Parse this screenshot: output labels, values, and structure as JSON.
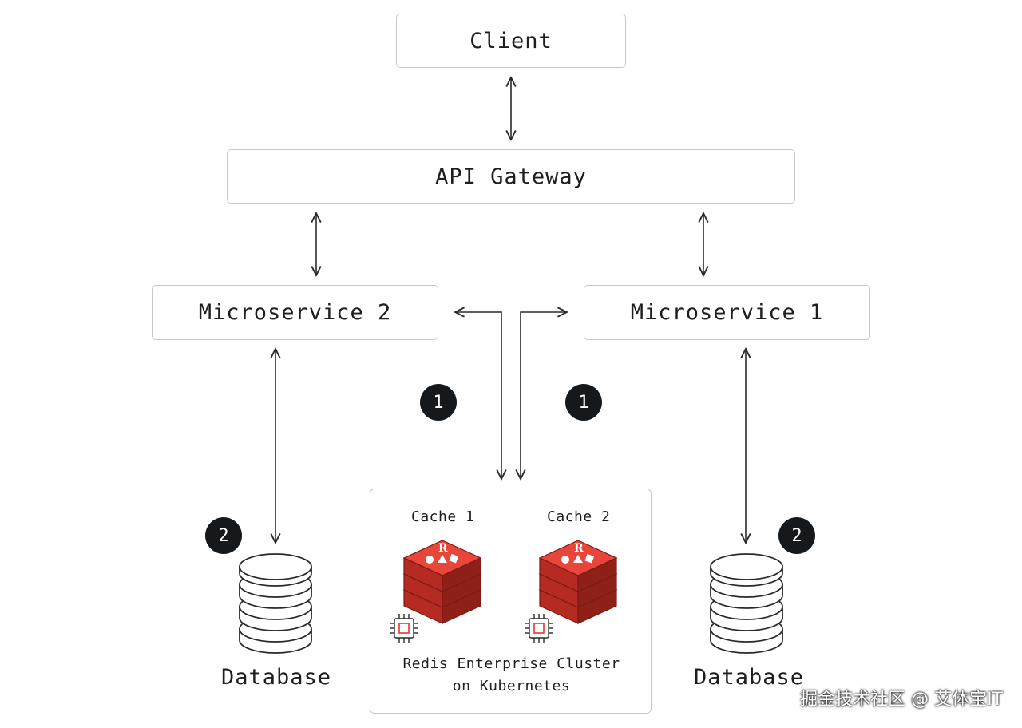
{
  "nodes": {
    "client": "Client",
    "api_gateway": "API Gateway",
    "microservice_2": "Microservice 2",
    "microservice_1": "Microservice 1"
  },
  "cluster": {
    "cache_1": "Cache 1",
    "cache_2": "Cache 2",
    "label_line1": "Redis Enterprise Cluster",
    "label_line2": "on Kubernetes"
  },
  "databases": {
    "left": "Database",
    "right": "Database"
  },
  "badges": {
    "step_1": "1",
    "step_2": "2"
  },
  "watermark": "掘金技术社区 @ 艾体宝IT",
  "colors": {
    "redis_red": "#e03a2f",
    "badge_bg": "#15191c",
    "box_border": "#c9c9c9"
  }
}
